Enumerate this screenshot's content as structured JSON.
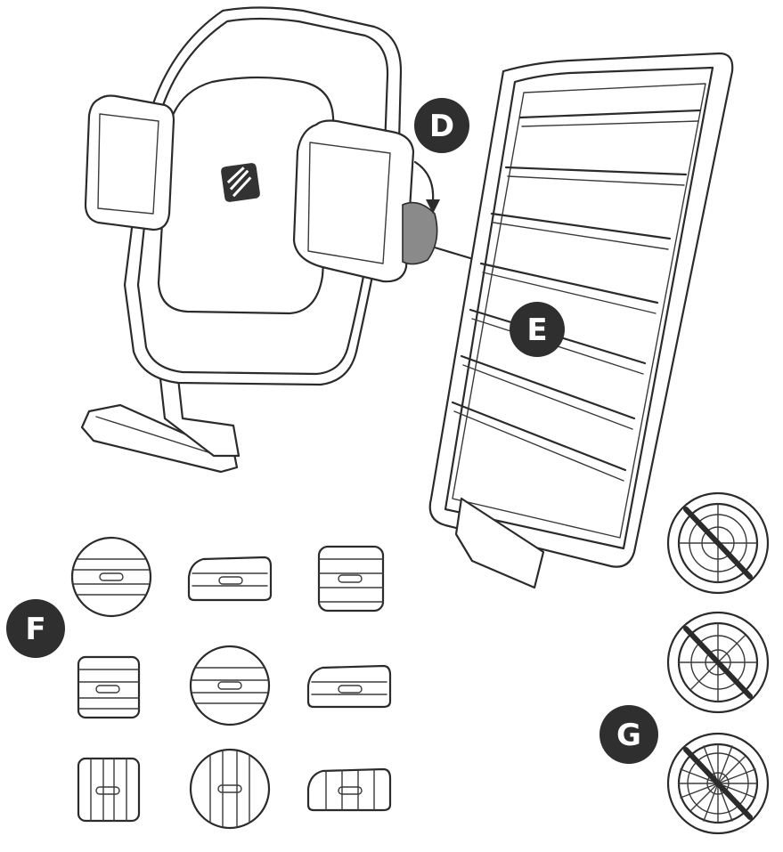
{
  "callouts": {
    "d": "D",
    "e": "E",
    "f": "F",
    "g": "G"
  },
  "colors": {
    "line": "#2b2b2b",
    "badge": "#2f2f2f",
    "background": "#ffffff"
  },
  "icons": {
    "logo": "scosche-logo-icon",
    "prohibited": "prohibited-icon"
  }
}
